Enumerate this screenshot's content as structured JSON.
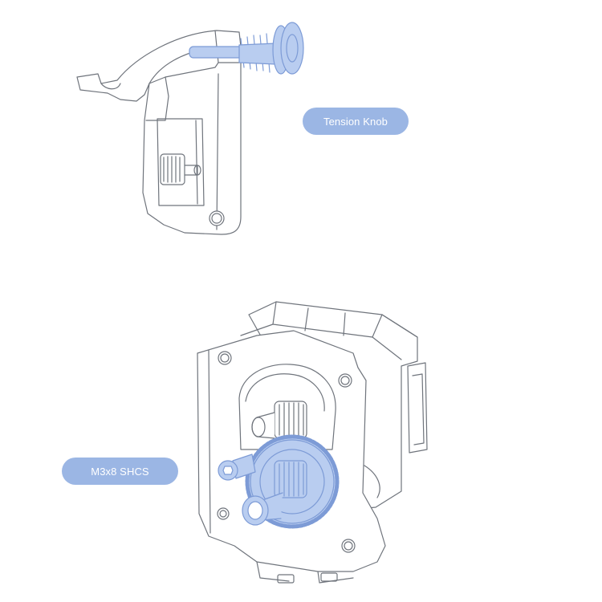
{
  "callouts": {
    "tension_knob": "Tension Knob",
    "m3x8_shcs": "M3x8 SHCS"
  },
  "colors": {
    "background": "#ffffff",
    "line": "#6f747c",
    "highlight_fill": "#b9cdf0",
    "highlight_stroke": "#7d9bd6",
    "callout_fill": "#9bb6e4",
    "callout_text": "#ffffff"
  },
  "icons": [
    "tension-arm",
    "tension-knob",
    "extruder-motor",
    "drive-gear",
    "m3x8-screw"
  ]
}
